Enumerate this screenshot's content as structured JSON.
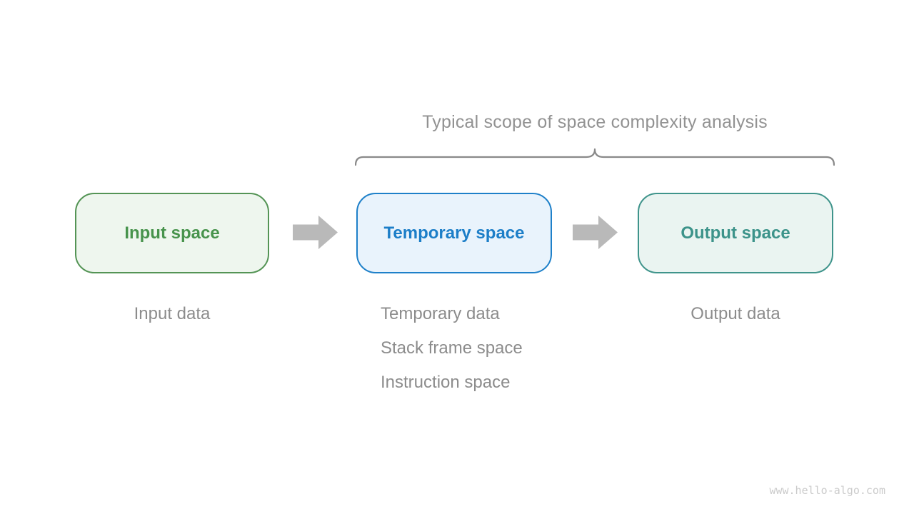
{
  "title": "Typical scope of space complexity analysis",
  "boxes": {
    "input": {
      "label": "Input space"
    },
    "temporary": {
      "label": "Temporary space"
    },
    "output": {
      "label": "Output space"
    }
  },
  "notes": {
    "input": "Input data",
    "temporary": [
      "Temporary data",
      "Stack frame space",
      "Instruction space"
    ],
    "output": "Output data"
  },
  "watermark": "www.hello-algo.com",
  "icons": {
    "arrow": "right-block-arrow",
    "brace": "top-curly-brace"
  },
  "colors": {
    "input-border": "#549455",
    "input-fill": "#eef6ee",
    "input-text": "#47934c",
    "temp-border": "#1e80c9",
    "temp-fill": "#e9f3fc",
    "temp-text": "#1c7ec8",
    "output-border": "#3f948b",
    "output-fill": "#eaf4f1",
    "output-text": "#3c938a",
    "arrow": "#b9b9b9",
    "brace": "#898989",
    "title-gray": "#929292",
    "note-gray": "#8c8c8c",
    "watermark-gray": "#cbcbcb"
  }
}
